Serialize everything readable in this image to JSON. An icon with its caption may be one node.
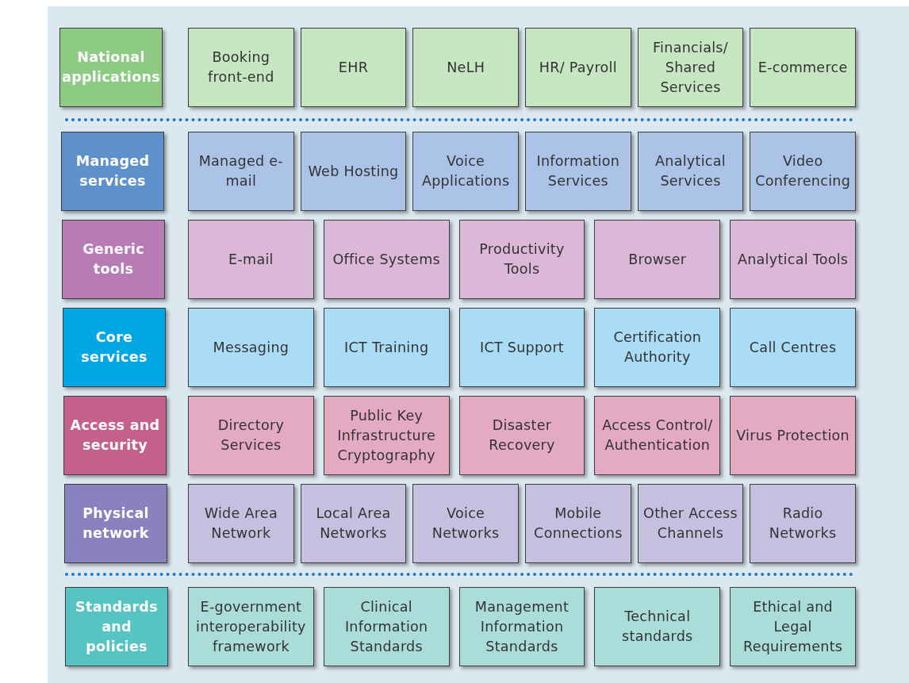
{
  "diagram": {
    "nodes": [
      {
        "text": [
          "National applications"
        ]
      },
      {
        "text": [
          "Booking front-end"
        ]
      },
      {
        "text": [
          "EHR"
        ]
      },
      {
        "text": [
          "NeLH"
        ]
      },
      {
        "text": [
          "HR/ Payroll"
        ]
      },
      {
        "text": [
          "Financials/ Shared Services"
        ]
      },
      {
        "text": [
          "E-commerce"
        ]
      },
      {
        "text": [
          "Managed services"
        ]
      },
      {
        "text": [
          "Managed e-mail"
        ]
      },
      {
        "text": [
          "Web Hosting"
        ]
      },
      {
        "text": [
          "Voice Applications"
        ]
      },
      {
        "text": [
          "Information Services"
        ]
      },
      {
        "text": [
          "Analytical Services"
        ]
      },
      {
        "text": [
          "Video Conferencing"
        ]
      },
      {
        "text": [
          "Generic tools"
        ]
      },
      {
        "text": [
          "E-mail"
        ]
      },
      {
        "text": [
          "Office Systems"
        ]
      },
      {
        "text": [
          "Productivity Tools"
        ]
      },
      {
        "text": [
          "Browser"
        ]
      },
      {
        "text": [
          "Analytical Tools"
        ]
      },
      {
        "text": [
          "Core services"
        ]
      },
      {
        "text": [
          "Messaging"
        ]
      },
      {
        "text": [
          "ICT Training"
        ]
      },
      {
        "text": [
          "ICT Support"
        ]
      },
      {
        "text": [
          "Certification Authority"
        ]
      },
      {
        "text": [
          "Call Centres"
        ]
      },
      {
        "text": [
          "Access and security"
        ]
      },
      {
        "text": [
          "Directory Services"
        ]
      },
      {
        "text": [
          "Public Key Infrastructure Cryptography"
        ]
      },
      {
        "text": [
          "Disaster Recovery"
        ]
      },
      {
        "text": [
          "Access Control/ Authentication"
        ]
      },
      {
        "text": [
          "Virus Protection"
        ]
      },
      {
        "text": [
          "Physical network"
        ]
      },
      {
        "text": [
          "Wide Area Network"
        ]
      },
      {
        "text": [
          "Local Area Networks"
        ]
      },
      {
        "text": [
          "Voice Networks"
        ]
      },
      {
        "text": [
          "Mobile Connections"
        ]
      },
      {
        "text": [
          "Other Access Channels"
        ]
      },
      {
        "text": [
          "Radio Networks"
        ]
      },
      {
        "text": [
          "Standards and policies"
        ]
      },
      {
        "text": [
          "E-government interoperability framework"
        ]
      },
      {
        "text": [
          "Clinical Information Standards"
        ]
      },
      {
        "text": [
          "Management Information Standards"
        ]
      },
      {
        "text": [
          "Technical standards"
        ]
      },
      {
        "text": [
          "Ethical and Legal Requirements"
        ]
      }
    ],
    "edges": []
  }
}
